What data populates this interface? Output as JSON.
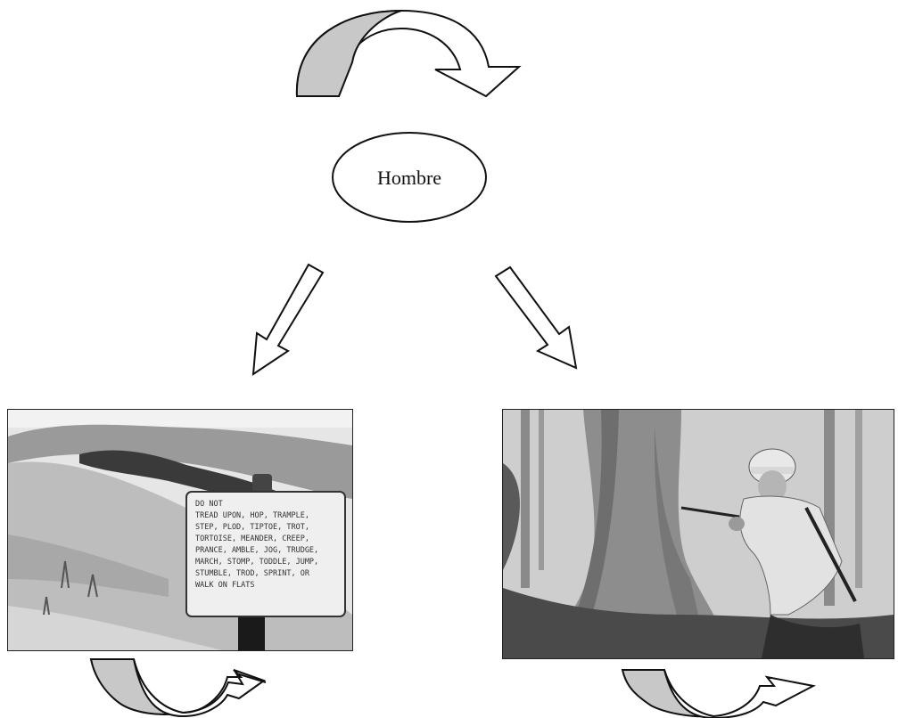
{
  "center_node": {
    "label": "Hombre"
  },
  "images": [
    {
      "name": "hiking-sign-meadow",
      "sign_text": [
        "DO NOT",
        "TREAD UPON, HOP, TRAMPLE,",
        "STEP, PLOD, TIPTOE, TROT,",
        "TORTOISE, MEANDER, CREEP,",
        "PRANCE, AMBLE, JOG, TRUDGE,",
        "MARCH, STOMP, TODDLE, JUMP,",
        "STUMBLE, TROD, SPRINT, OR",
        "WALK ON FLATS"
      ]
    },
    {
      "name": "logger-cutting-tree"
    }
  ],
  "colors": {
    "arrow_fill": "#c8c8c8",
    "stroke": "#111111"
  }
}
